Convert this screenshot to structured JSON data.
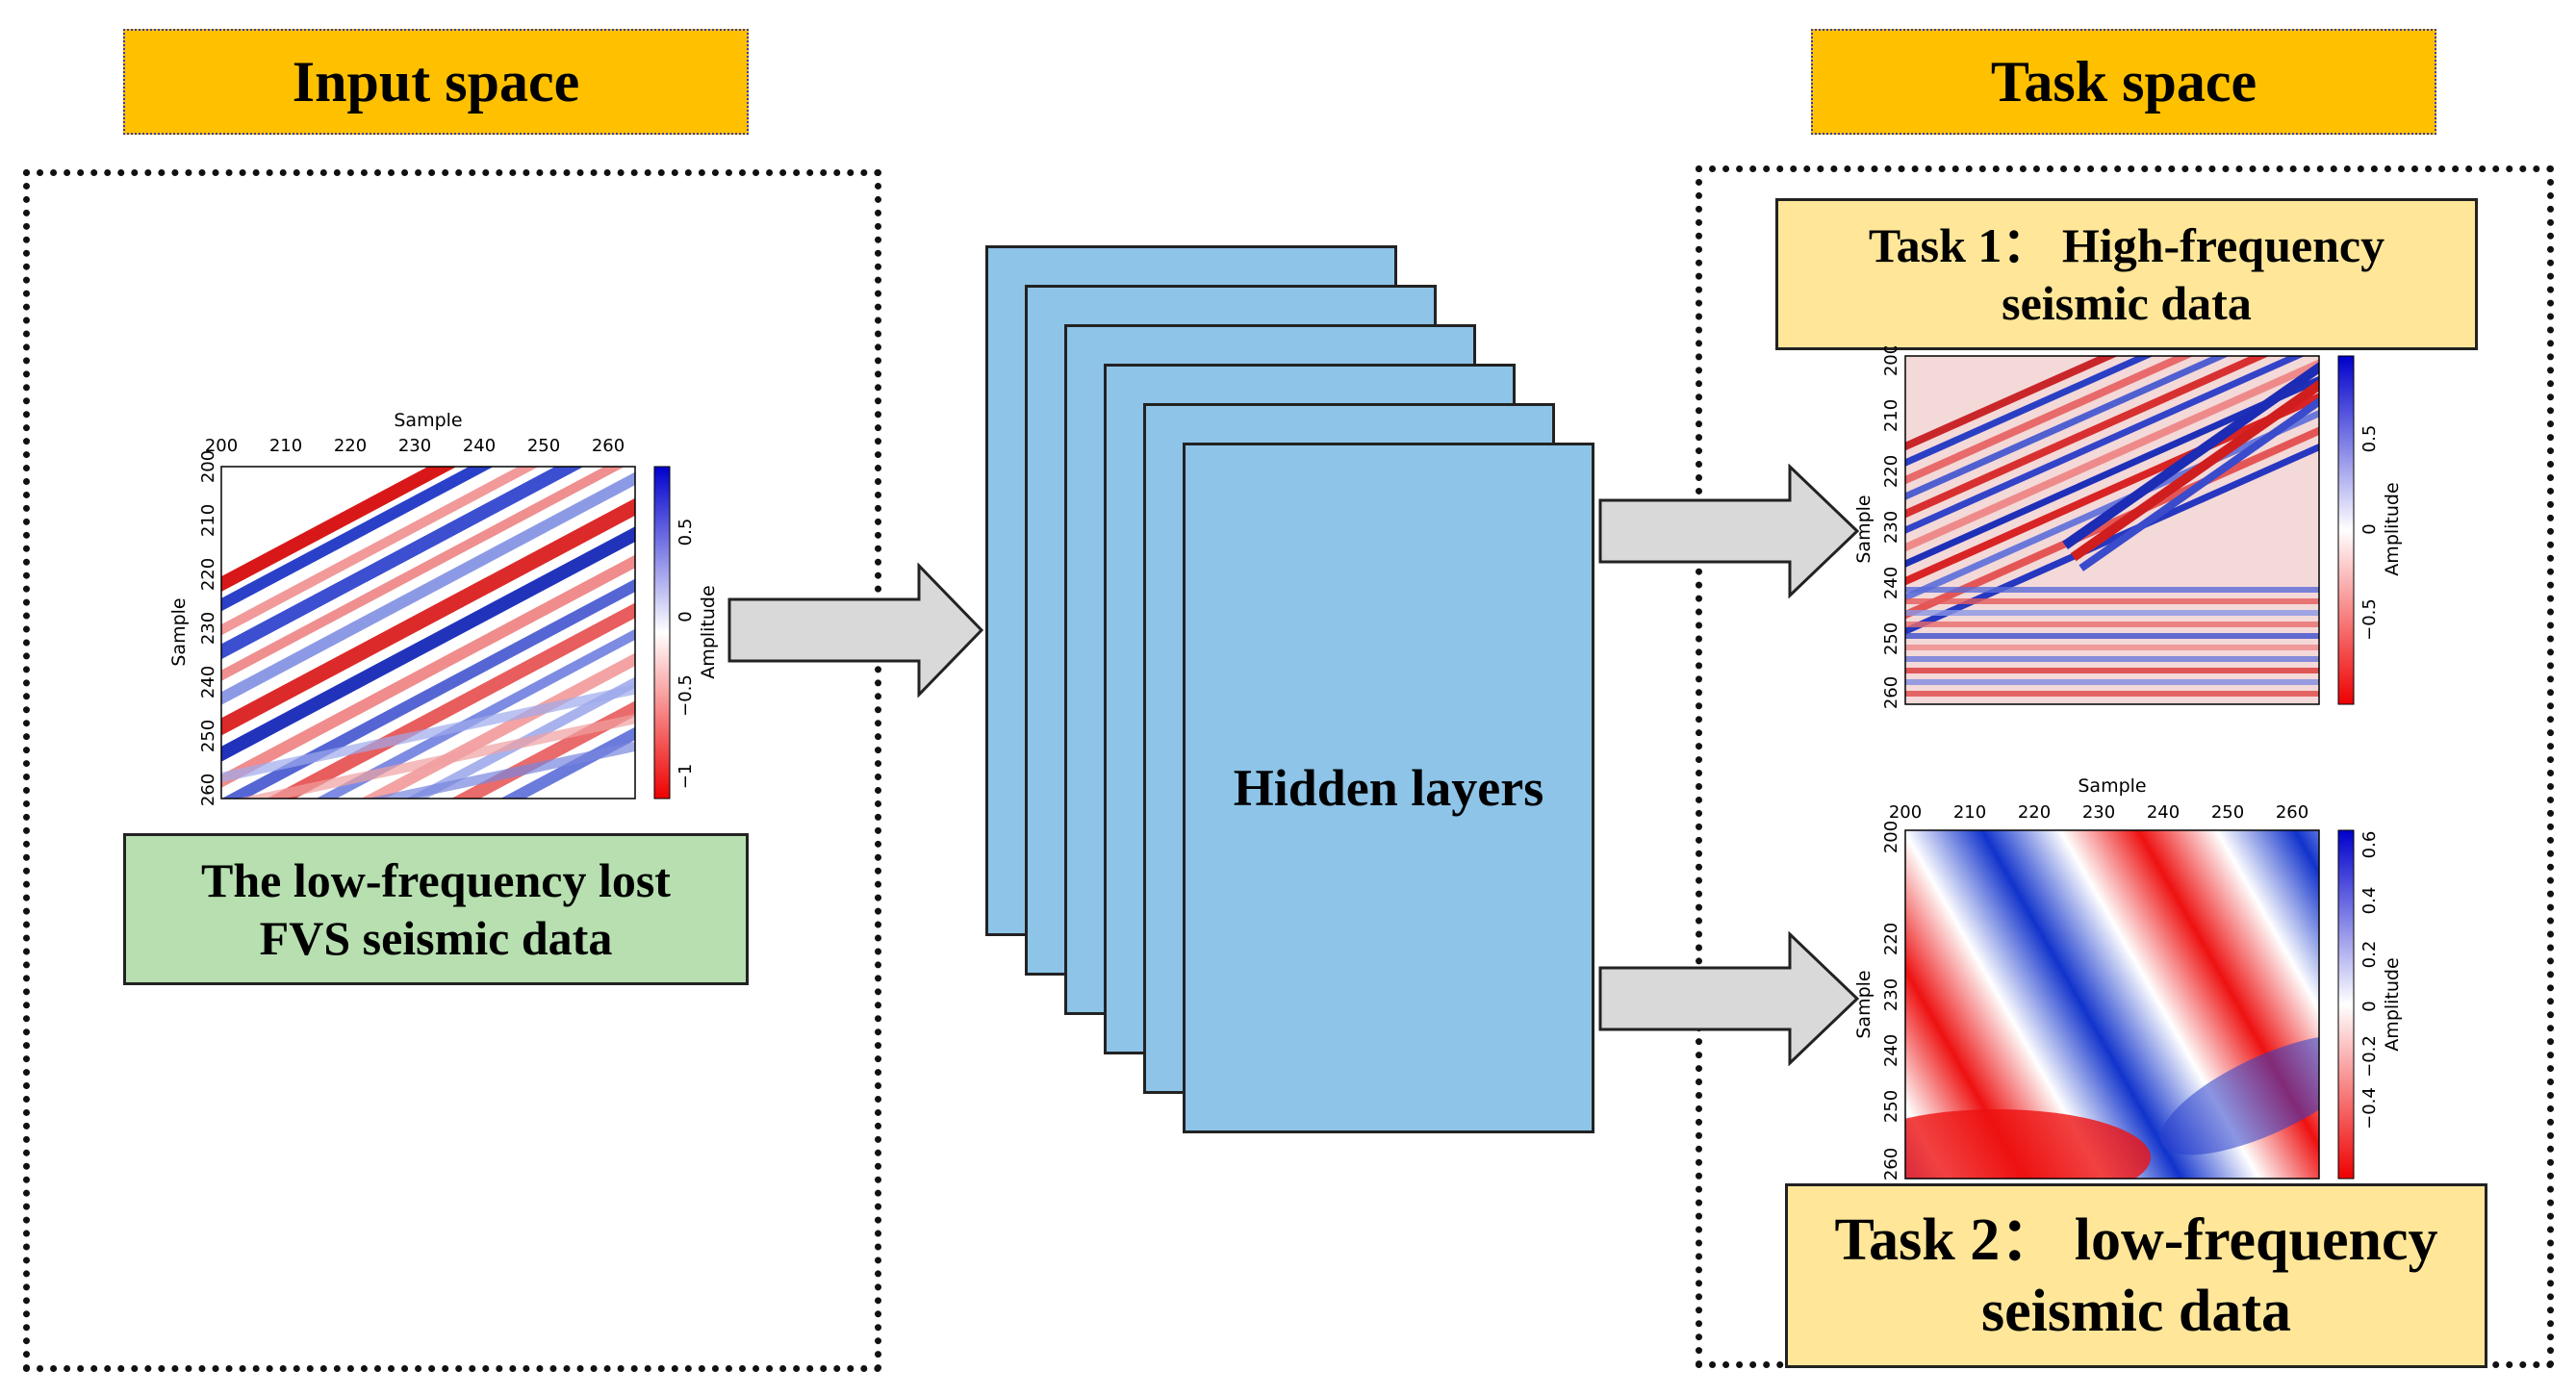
{
  "input_banner": "Input space",
  "task_banner": "Task space",
  "input_label": {
    "line1": "The low-frequency lost",
    "line2": "FVS seismic data"
  },
  "hidden_label": "Hidden layers",
  "task1_label": {
    "line1": "Task 1： High-frequency",
    "line2": "seismic data"
  },
  "task2_label": {
    "line1": "Task 2： low-frequency",
    "line2": "seismic data"
  },
  "colors": {
    "banner": "#ffc000",
    "input_label_bg": "#b7dfb0",
    "task_label_bg": "#ffe699",
    "layer": "#8dc4e8",
    "arrow": "#d9d9d9"
  },
  "plots": {
    "input": {
      "top_axis_title": "Sample",
      "left_axis_title": "Sample",
      "colorbar_title": "Amplitude",
      "x_ticks": [
        "200",
        "210",
        "220",
        "230",
        "240",
        "250",
        "260"
      ],
      "y_ticks": [
        "200",
        "210",
        "220",
        "230",
        "240",
        "250",
        "260"
      ],
      "cbar_ticks": [
        "0.5",
        "0",
        "−0.5",
        "−1"
      ]
    },
    "task1": {
      "left_axis_title": "Sample",
      "colorbar_title": "Amplitude",
      "y_ticks": [
        "200",
        "210",
        "220",
        "230",
        "240",
        "250",
        "260"
      ],
      "cbar_ticks": [
        "0.5",
        "0",
        "−0.5"
      ]
    },
    "task2": {
      "top_axis_title": "Sample",
      "left_axis_title": "Sample",
      "colorbar_title": "Amplitude",
      "x_ticks": [
        "200",
        "210",
        "220",
        "230",
        "240",
        "250",
        "260"
      ],
      "y_ticks": [
        "200",
        "220",
        "230",
        "240",
        "250",
        "260"
      ],
      "cbar_ticks": [
        "0.6",
        "0.4",
        "0.2",
        "0",
        "−0.2",
        "−0.4"
      ]
    }
  }
}
